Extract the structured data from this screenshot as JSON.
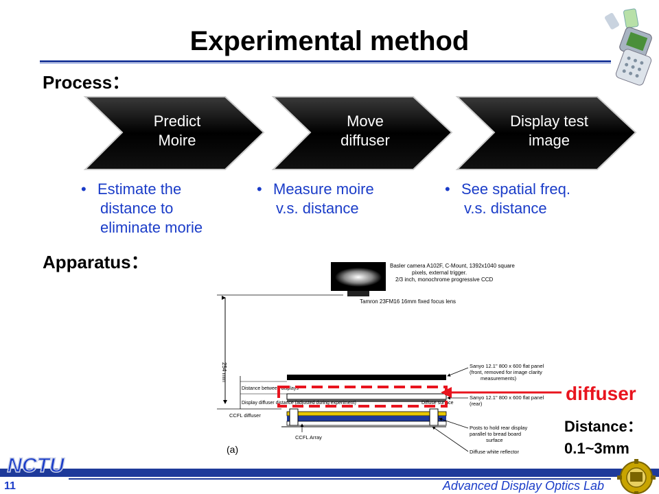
{
  "slide": {
    "title": "Experimental method",
    "process_label": "Process：",
    "apparatus_label": "Apparatus："
  },
  "steps": [
    {
      "label_line1": "Predict",
      "label_line2": "Moire",
      "bullet_line1": "Estimate the",
      "bullet_line2": "distance to",
      "bullet_line3": "eliminate morie"
    },
    {
      "label_line1": "Move",
      "label_line2": "diffuser",
      "bullet_line1": "Measure moire",
      "bullet_line2": "v.s. distance",
      "bullet_line3": ""
    },
    {
      "label_line1": "Display test",
      "label_line2": "image",
      "bullet_line1": "See spatial freq.",
      "bullet_line2": "v.s. distance",
      "bullet_line3": ""
    }
  ],
  "diagram": {
    "camera_text_1": "Basler camera A102F, C-Mount, 1392x1040 square",
    "camera_text_2": "pixels, external trigger.",
    "camera_text_3": "2/3 inch, monochrome progressive CCD",
    "lens_text": "Tamron 23FM16 16mm fixed focus lens",
    "height_text": "254 mm",
    "front_panel_text_1": "Sanyo 12.1\" 800 x 600 flat panel",
    "front_panel_text_2": "(front, removed for image clarity",
    "front_panel_text_3": "measurements)",
    "rear_panel_text_1": "Sanyo 12.1\" 800 x 600 flat panel",
    "rear_panel_text_2": "(rear)",
    "distance_between_text": "Distance between displays",
    "display_diffuser_text": "Display diffuser distance (adjusted during experiment)",
    "diffuse_surface_text": "Diffuse surface",
    "ccfl_diffuser_text": "CCFL diffuser",
    "ccfl_array_text": "CCFL Array",
    "posts_text_1": "Posts to hold rear display",
    "posts_text_2": "parallel to bread board",
    "posts_text_3": "surface",
    "reflector_text": "Diffuse white reflector",
    "caption": "(a)"
  },
  "annotation": {
    "diffuser_label": "diffuser",
    "distance_line1": "Distance：",
    "distance_line2": "0.1~3mm",
    "highlight_color": "#e8141e"
  },
  "footer": {
    "lab_name": "Advanced Display Optics Lab",
    "page_number": "11",
    "logo_text": "NCTU",
    "accent_color": "#1e3a9a"
  }
}
